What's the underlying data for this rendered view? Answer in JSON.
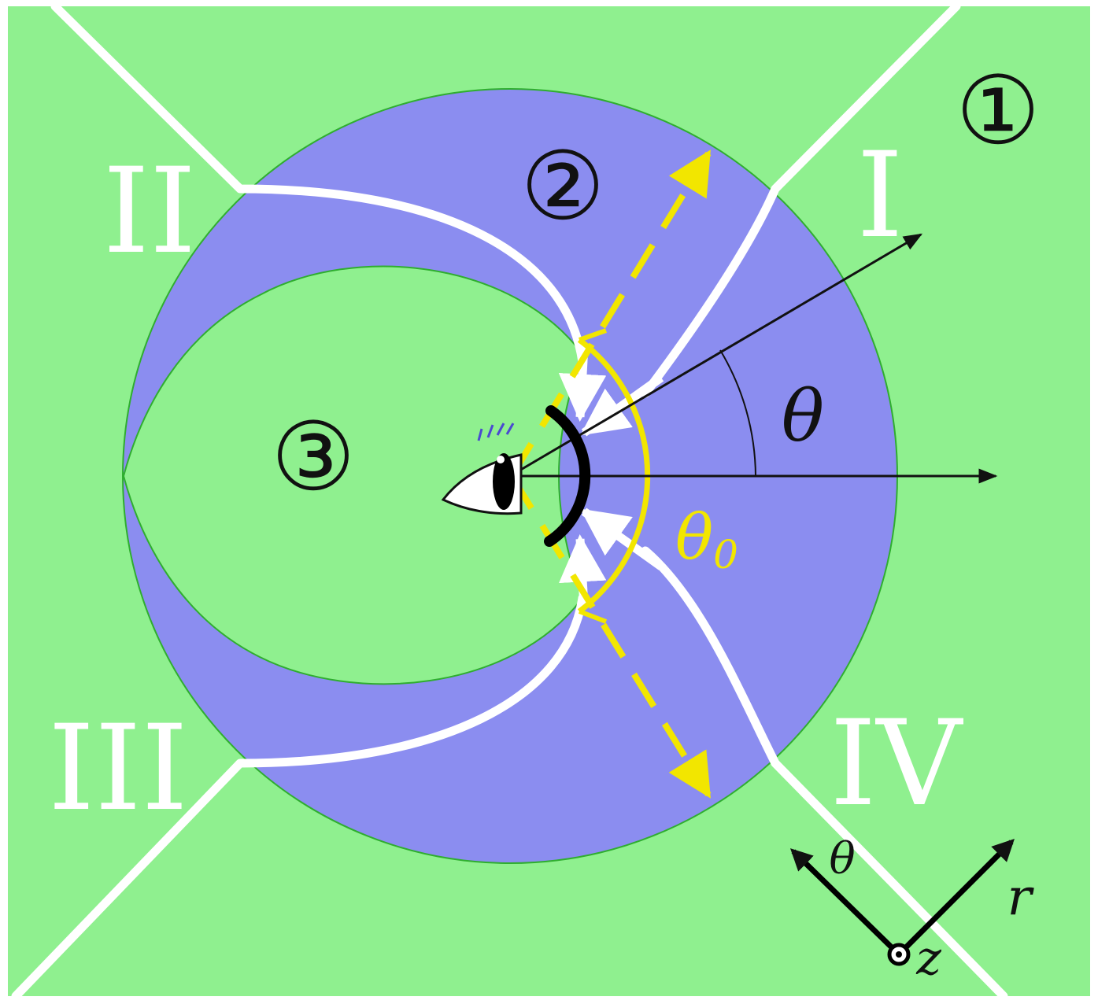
{
  "colors": {
    "background": "#8ff08f",
    "disk": "#8b8df0",
    "inner_region": "#8ff08f",
    "boundary_lines": "#ffffff",
    "angle_arc": "#f2e600",
    "dashed_arrows": "#f2e600",
    "axes": "#111111"
  },
  "region_labels": {
    "outer": "①",
    "disk": "②",
    "inner": "③"
  },
  "quadrant_labels": {
    "q1": "I",
    "q2": "II",
    "q3": "III",
    "q4": "IV"
  },
  "angles": {
    "theta": "θ",
    "theta0": "θ",
    "theta0_subscript": "0"
  },
  "coordinate_axes": {
    "theta": "θ",
    "r": "r",
    "z": "z"
  },
  "icons": {
    "observer": "eye-icon"
  }
}
